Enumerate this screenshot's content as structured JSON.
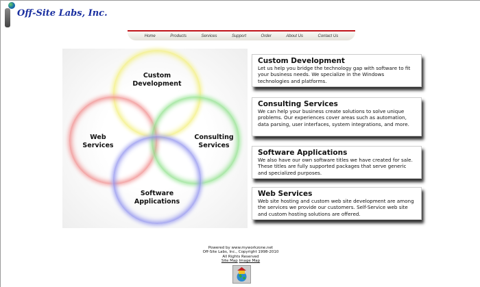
{
  "logo": {
    "text": "Off-Site Labs, Inc."
  },
  "nav": [
    "Home",
    "Products",
    "Services",
    "Support",
    "Order",
    "About Us",
    "Contact Us"
  ],
  "venn": {
    "top": "Custom\nDevelopment",
    "left": "Web\nServices",
    "right": "Consulting\nServices",
    "bottom": "Software\nApplications"
  },
  "cards": [
    {
      "title": "Custom Development",
      "text": "Let us help you bridge the technology gap with software to fit your business needs.  We specialize in the Windows technologies and platforms."
    },
    {
      "title": "Consulting Services",
      "text": "We can help your business create solutions to solve unique problems.  Our experiences cover areas such as automation, data parsing, user interfaces, system integrations, and more."
    },
    {
      "title": "Software Applications",
      "text": "We also have our own software titles we have created for sale.  These titles are fully supported packages that serve generic and specialized purposes."
    },
    {
      "title": "Web Services",
      "text": "Web site hosting and custom web site development are among the services we provide our customers.  Self-Service web site and custom hosting solutions are offered."
    }
  ],
  "footer": {
    "powered": "Powered by www.myworkzone.net",
    "copyright": "Off-Site Labs, Inc., Copyright 1998-2010",
    "rights": "All Rights Reserved",
    "site_map": "Site Map",
    "image_map": "Image Map"
  }
}
